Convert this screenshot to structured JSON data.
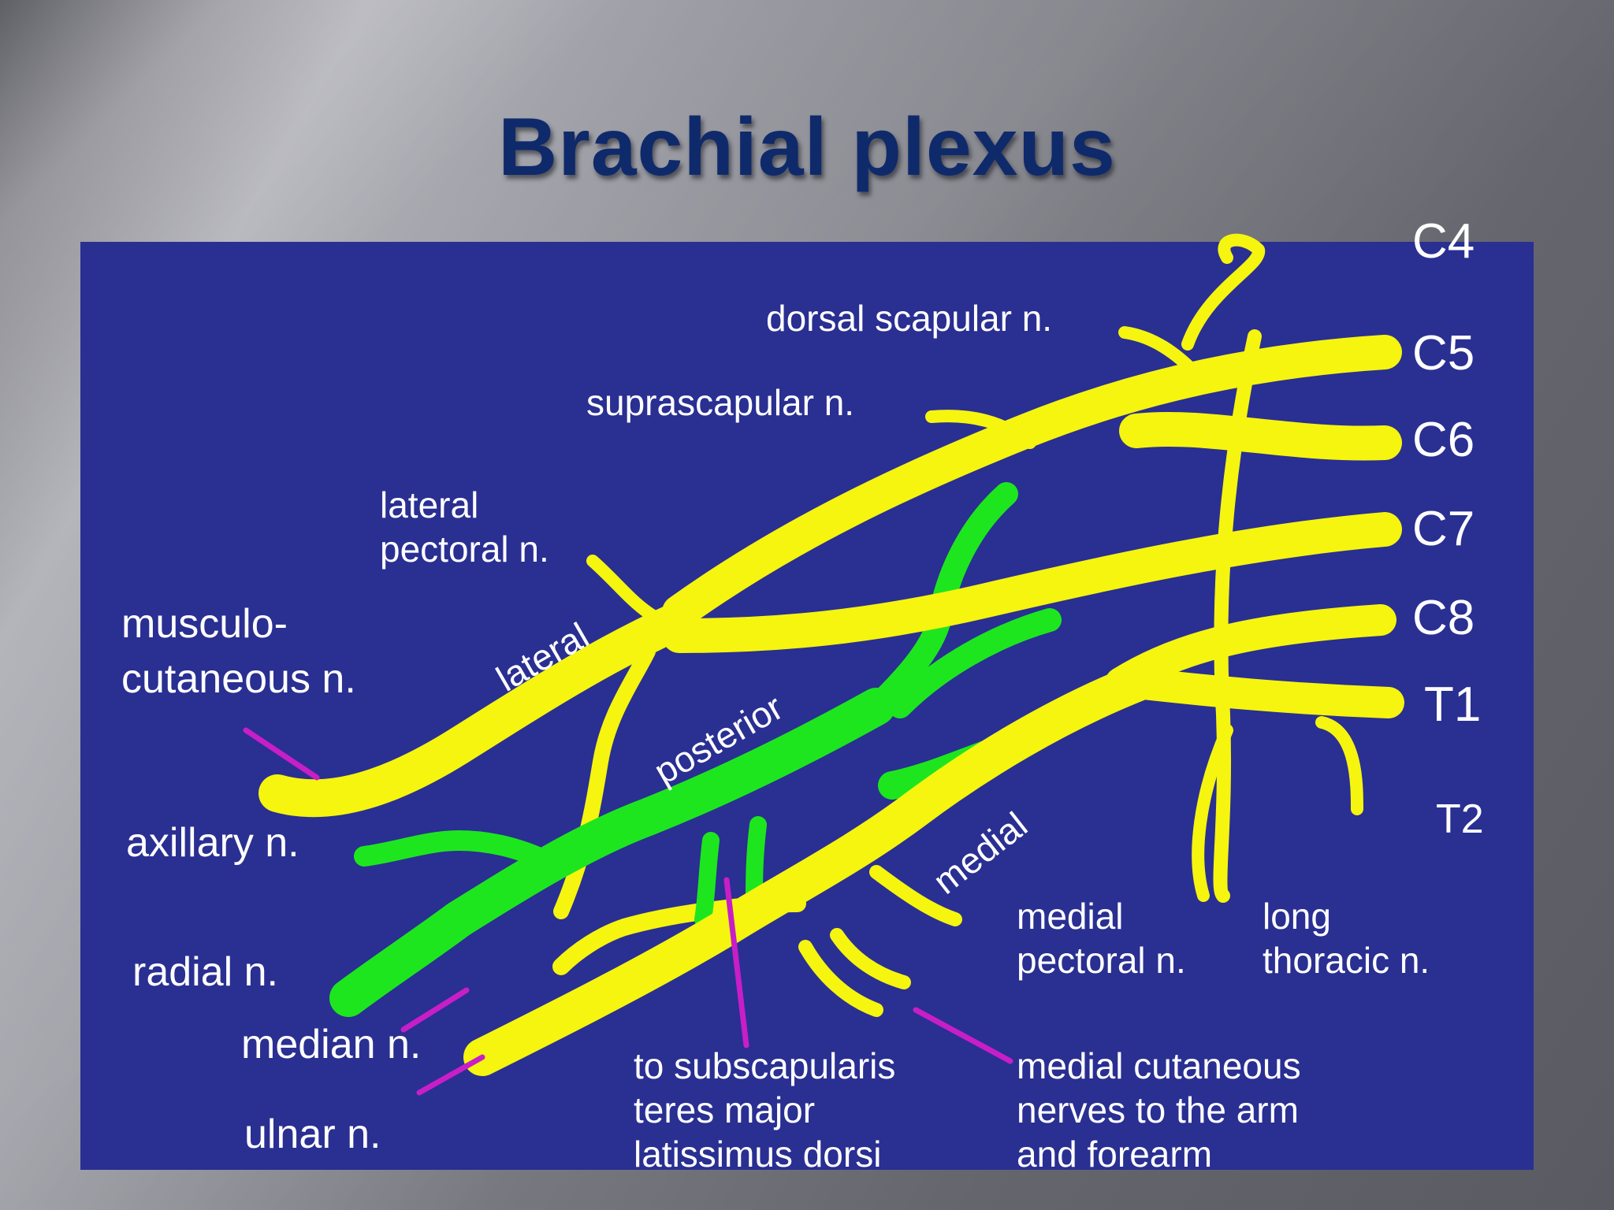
{
  "title": "Brachial plexus",
  "diagram": {
    "roots": [
      "C4",
      "C5",
      "C6",
      "C7",
      "C8",
      "T1",
      "T2"
    ],
    "cords": [
      "lateral",
      "posterior",
      "medial"
    ],
    "labels": {
      "dorsal_scapular": "dorsal scapular n.",
      "suprascapular": "suprascapular n.",
      "lateral_pectoral_1": "lateral",
      "lateral_pectoral_2": "pectoral n.",
      "musculocutaneous_1": "musculo-",
      "musculocutaneous_2": "cutaneous n.",
      "axillary": "axillary n.",
      "radial": "radial n.",
      "median": "median n.",
      "ulnar": "ulnar n.",
      "subscapular_1": "to subscapularis",
      "subscapular_2": "teres major",
      "subscapular_3": "latissimus dorsi",
      "medial_pectoral_1": "medial",
      "medial_pectoral_2": "pectoral n.",
      "long_thoracic_1": "long",
      "long_thoracic_2": "thoracic n.",
      "medial_cutaneous_1": "medial cutaneous",
      "medial_cutaneous_2": "nerves to the arm",
      "medial_cutaneous_3": "and forearm"
    },
    "colors": {
      "background": "#2a2f92",
      "nerve": "#f5f50f",
      "posterior_cord": "#1ee61e",
      "pointer": "#c81ec8",
      "text": "#ffffff"
    }
  }
}
